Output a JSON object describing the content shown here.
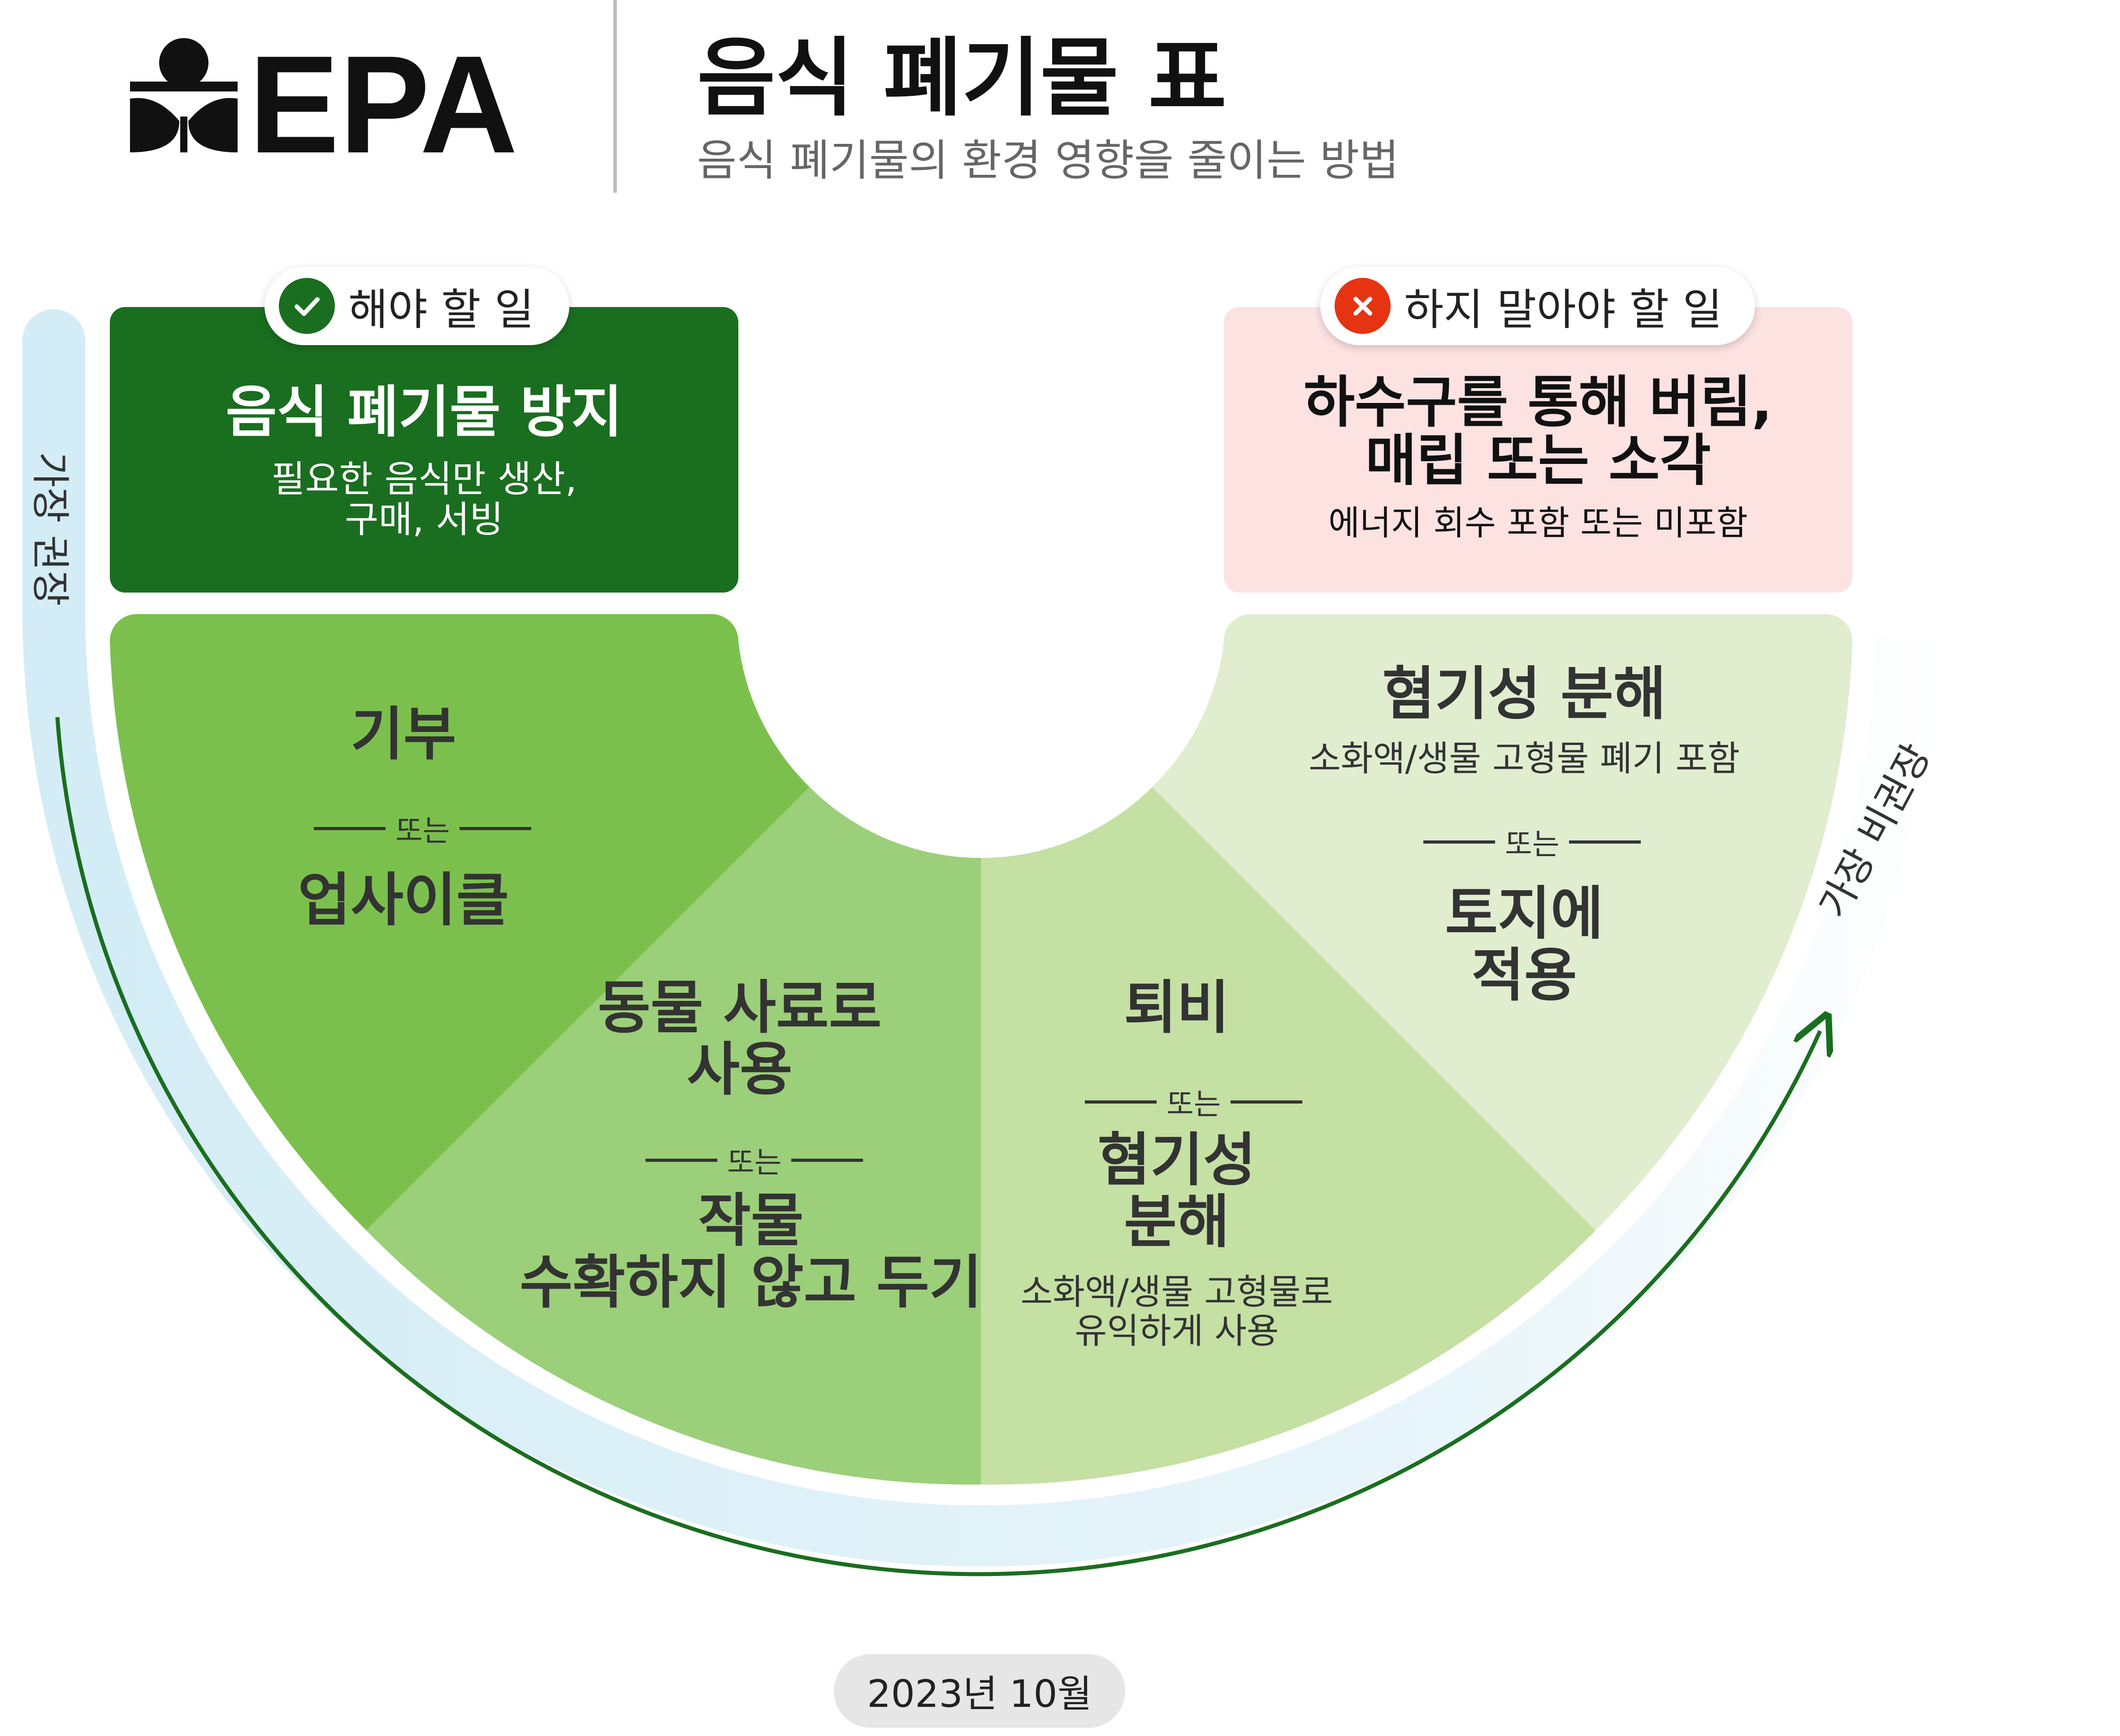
{
  "header": {
    "logo_text": "EPA",
    "title": "음식 폐기물 표",
    "subtitle": "음식 폐기물의 환경 영향을 줄이는 방법"
  },
  "do": {
    "pill_label": "해야 할 일",
    "icon": "check-icon",
    "title": "음식 폐기물 방지",
    "subtitle": "필요한 음식만 생산,\n구매, 서빙"
  },
  "dont": {
    "pill_label": "하지 말아야 할 일",
    "icon": "x-icon",
    "title": "하수구를 통해 버림,\n매립 또는 소각",
    "subtitle": "에너지 회수 포함 또는 미포함"
  },
  "or_label": "또는",
  "segments": [
    {
      "title_a": "기부",
      "title_b": "업사이클"
    },
    {
      "title_a": "동물 사료로\n사용",
      "title_b": "작물\n수확하지 않고 두기"
    },
    {
      "title_a": "퇴비",
      "title_b": "혐기성\n분해",
      "note": "소화액/생물 고형물로\n유익하게 사용"
    },
    {
      "title_a": "혐기성 분해",
      "note": "소화액/생물 고형물 폐기 포함",
      "title_b": "토지에\n적용"
    }
  ],
  "scale": {
    "most": "가장 권장",
    "least": "가장 비권장"
  },
  "date": "2023년 10월",
  "colors": {
    "do_green": "#1a6e1f",
    "dont_pink": "#fde2e2",
    "seg1": "#7bc04d",
    "seg2": "#9ccf79",
    "seg3": "#c4e0a3",
    "seg4": "#e0edcf",
    "arrow": "#1a6e1f",
    "x_red": "#e63312"
  }
}
